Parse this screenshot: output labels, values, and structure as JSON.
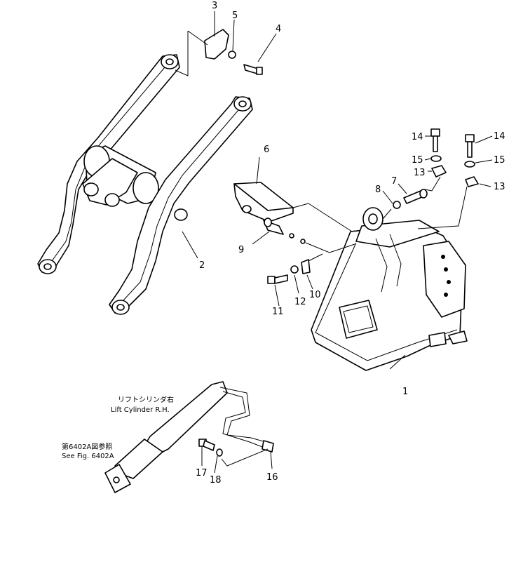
{
  "callouts": [
    "1",
    "2",
    "3",
    "4",
    "5",
    "6",
    "7",
    "8",
    "9",
    "10",
    "11",
    "12",
    "13",
    "13",
    "14",
    "14",
    "15",
    "15",
    "16",
    "17",
    "18"
  ],
  "captions": {
    "lift_cylinder_jp": "リフトシリンダ右",
    "lift_cylinder_en": "Lift Cylinder R.H.",
    "see_fig_jp": "第6402A図参照",
    "see_fig_en": "See Fig. 6402A"
  }
}
